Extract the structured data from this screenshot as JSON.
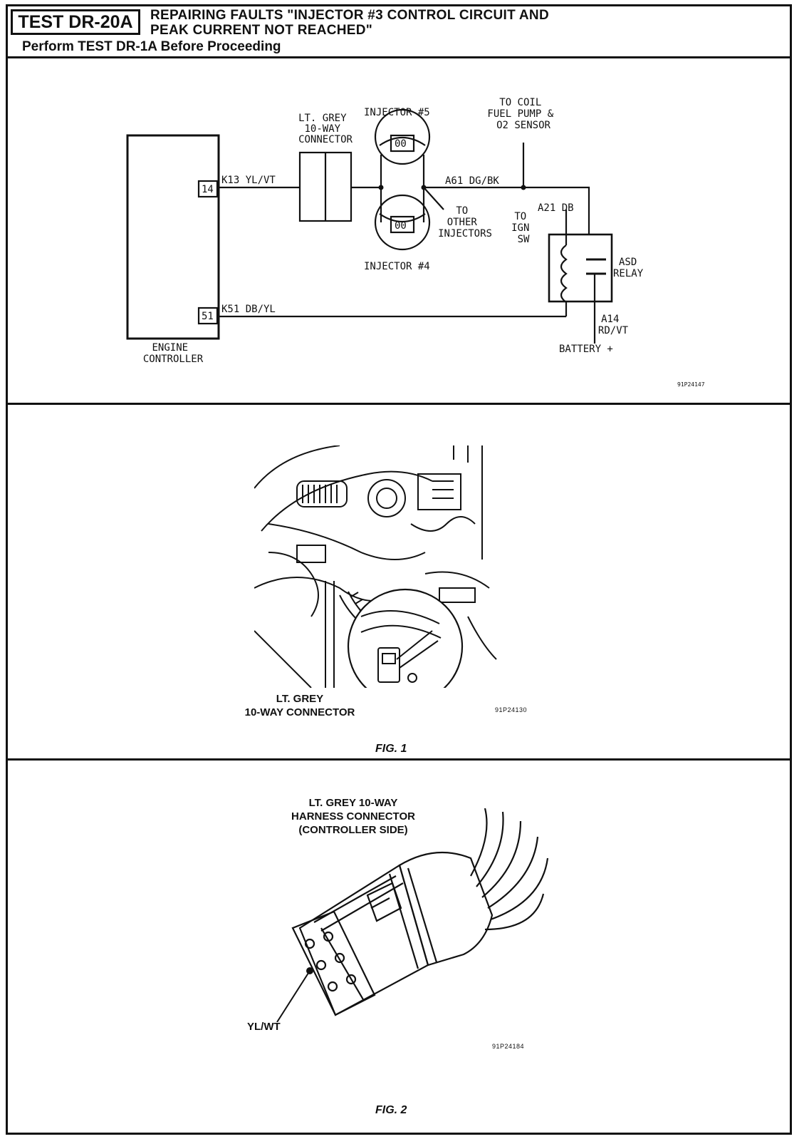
{
  "header": {
    "test_id": "TEST DR-20A",
    "title_line1": "REPAIRING FAULTS \"INJECTOR #3 CONTROL CIRCUIT AND",
    "title_line2": "PEAK CURRENT NOT REACHED\"",
    "subtitle": "Perform TEST DR-1A Before Proceeding"
  },
  "schematic": {
    "engine_controller": [
      "ENGINE",
      "CONTROLLER"
    ],
    "pin_14": "14",
    "pin_51": "51",
    "wire_k13": "K13 YL/VT",
    "wire_k51": "K51 DB/YL",
    "wire_a61": "A61 DG/BK",
    "wire_a21": "A21 DB",
    "wire_a14": [
      "A14",
      "RD/VT"
    ],
    "connector": [
      "LT. GREY",
      "10-WAY",
      "CONNECTOR"
    ],
    "injector_5": "INJECTOR #5",
    "injector_4": "INJECTOR #4",
    "to_coil": [
      "TO COIL",
      "FUEL PUMP &",
      "O2 SENSOR"
    ],
    "to_other_injectors": [
      "TO",
      "OTHER",
      "INJECTORS"
    ],
    "to_ign_sw": [
      "TO",
      "IGN",
      "SW"
    ],
    "asd_relay": [
      "ASD",
      "RELAY"
    ],
    "battery": "BATTERY +",
    "injector_label_5": "00",
    "injector_label_4": "00",
    "ref": "91P24147"
  },
  "figure1": {
    "caption": [
      "LT. GREY",
      "10-WAY CONNECTOR"
    ],
    "ref": "91P24130",
    "label": "FIG. 1"
  },
  "figure2": {
    "caption": [
      "LT. GREY 10-WAY",
      "HARNESS CONNECTOR",
      "(CONTROLLER SIDE)"
    ],
    "pointer_label": "YL/WT",
    "ref": "91P24184",
    "label": "FIG. 2"
  }
}
